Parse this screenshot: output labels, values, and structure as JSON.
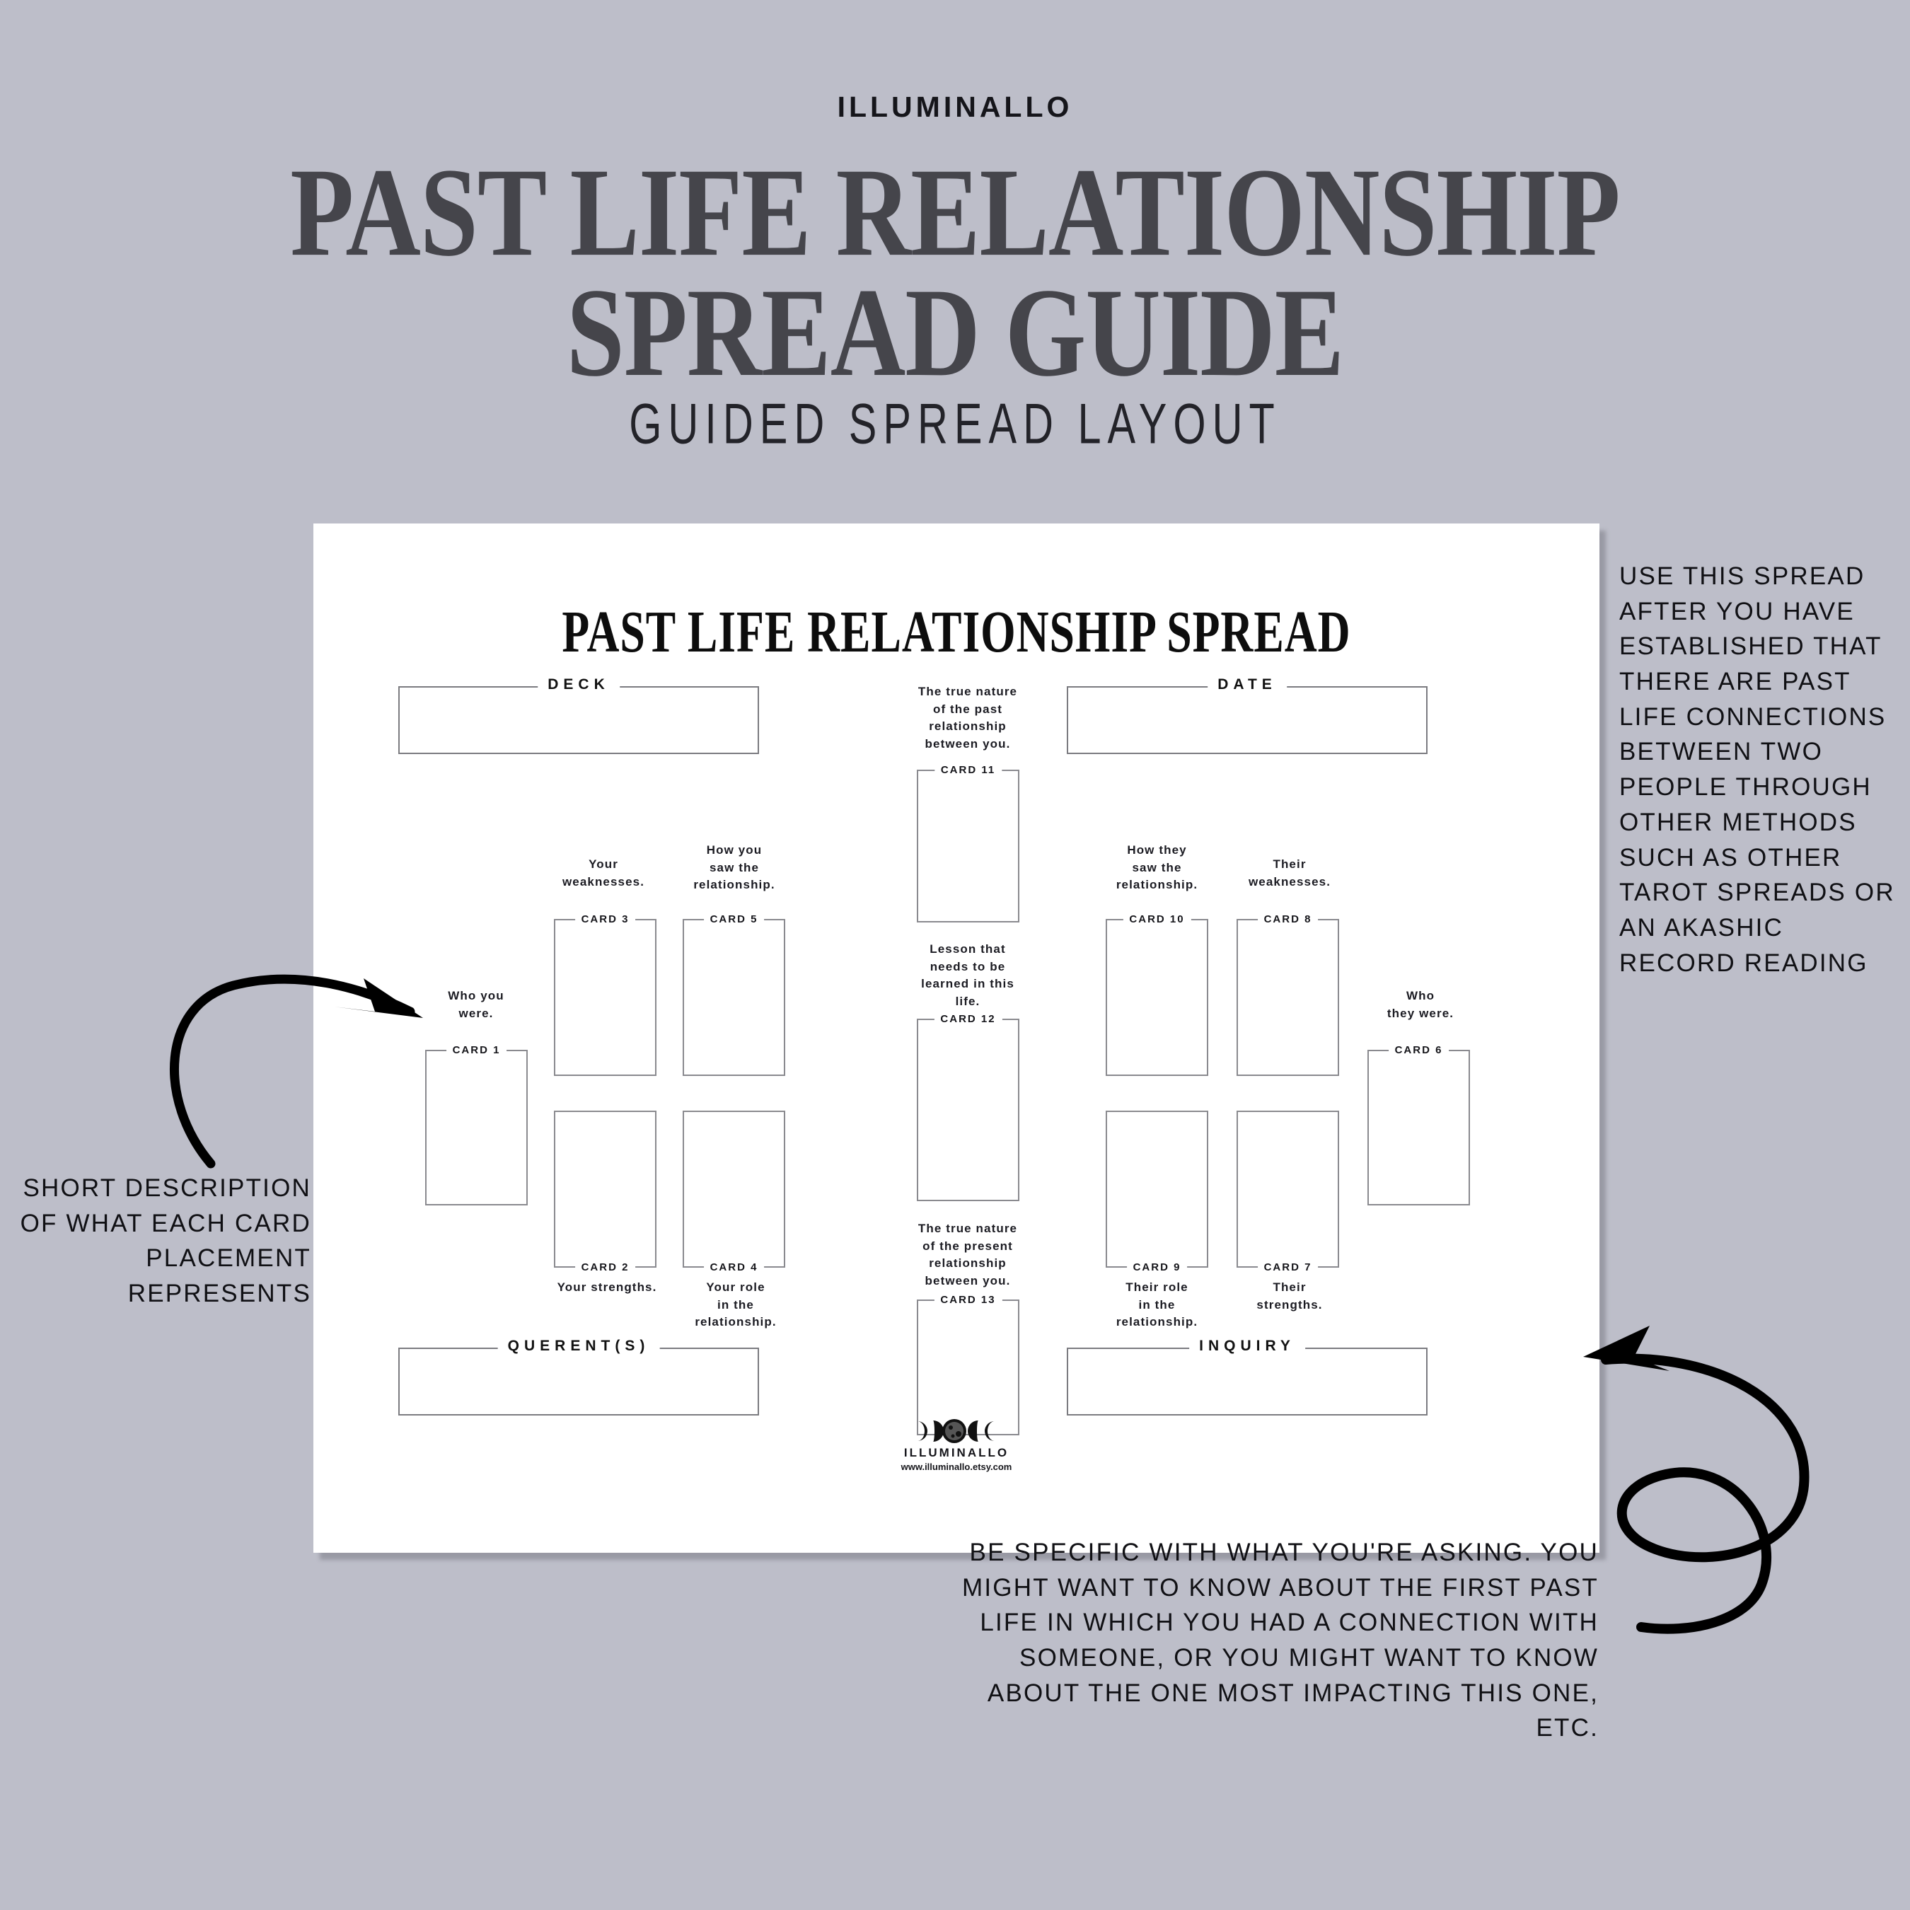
{
  "header": {
    "brand": "ILLUMINALLO",
    "title_line1": "PAST LIFE RELATIONSHIP",
    "title_line2": "SPREAD GUIDE",
    "subtitle": "GUIDED SPREAD LAYOUT"
  },
  "sheet": {
    "title": "PAST LIFE  RELATIONSHIP SPREAD",
    "fields": {
      "deck": "DECK",
      "date": "DATE",
      "querent": "QUERENT(S)",
      "inquiry": "INQUIRY"
    },
    "cards": [
      {
        "id": "card-1",
        "label": "CARD 1",
        "desc": "Who you\nwere.",
        "desc_pos": "top"
      },
      {
        "id": "card-2",
        "label": "CARD 2",
        "desc": "Your strengths.",
        "desc_pos": "bottom"
      },
      {
        "id": "card-3",
        "label": "CARD 3",
        "desc": "Your\nweaknesses.",
        "desc_pos": "top"
      },
      {
        "id": "card-4",
        "label": "CARD 4",
        "desc": "Your role\nin the\nrelationship.",
        "desc_pos": "bottom"
      },
      {
        "id": "card-5",
        "label": "CARD 5",
        "desc": "How you\nsaw the\nrelationship.",
        "desc_pos": "top"
      },
      {
        "id": "card-6",
        "label": "CARD 6",
        "desc": "Who\nthey were.",
        "desc_pos": "top"
      },
      {
        "id": "card-7",
        "label": "CARD 7",
        "desc": "Their\nstrengths.",
        "desc_pos": "bottom"
      },
      {
        "id": "card-8",
        "label": "CARD 8",
        "desc": "Their\nweaknesses.",
        "desc_pos": "top"
      },
      {
        "id": "card-9",
        "label": "CARD 9",
        "desc": "Their role\nin the\nrelationship.",
        "desc_pos": "bottom"
      },
      {
        "id": "card-10",
        "label": "CARD 10",
        "desc": "How they\nsaw the\nrelationship.",
        "desc_pos": "top"
      },
      {
        "id": "card-11",
        "label": "CARD 11",
        "desc": "The true nature\nof the past\nrelationship\nbetween you.",
        "desc_pos": "top"
      },
      {
        "id": "card-12",
        "label": "CARD 12",
        "desc": "Lesson that\nneeds to be\nlearned in this\nlife.",
        "desc_pos": "top"
      },
      {
        "id": "card-13",
        "label": "CARD 13",
        "desc": "The true nature\nof the present\nrelationship\nbetween you.",
        "desc_pos": "top"
      }
    ],
    "logo": {
      "name": "ILLUMINALLO",
      "url": "www.illuminallo.etsy.com"
    }
  },
  "annotations": {
    "right": "USE THIS SPREAD AFTER YOU HAVE ESTABLISHED THAT THERE ARE PAST LIFE CONNECTIONS BETWEEN TWO PEOPLE THROUGH OTHER METHODS SUCH AS OTHER TAROT SPREADS OR AN AKASHIC RECORD READING",
    "left": "SHORT DESCRIPTION OF WHAT EACH CARD PLACEMENT REPRESENTS",
    "bottom": "BE SPECIFIC WITH WHAT YOU'RE ASKING. YOU MIGHT WANT TO KNOW ABOUT THE FIRST PAST LIFE IN WHICH YOU HAD A CONNECTION WITH SOMEONE, OR YOU MIGHT WANT TO KNOW ABOUT THE ONE MOST IMPACTING THIS ONE, ETC."
  },
  "colors": {
    "background": "#bdbec9",
    "title": "#45454b",
    "ink": "#101014",
    "sheet": "#ffffff",
    "card_border": "#8a8a8f"
  }
}
